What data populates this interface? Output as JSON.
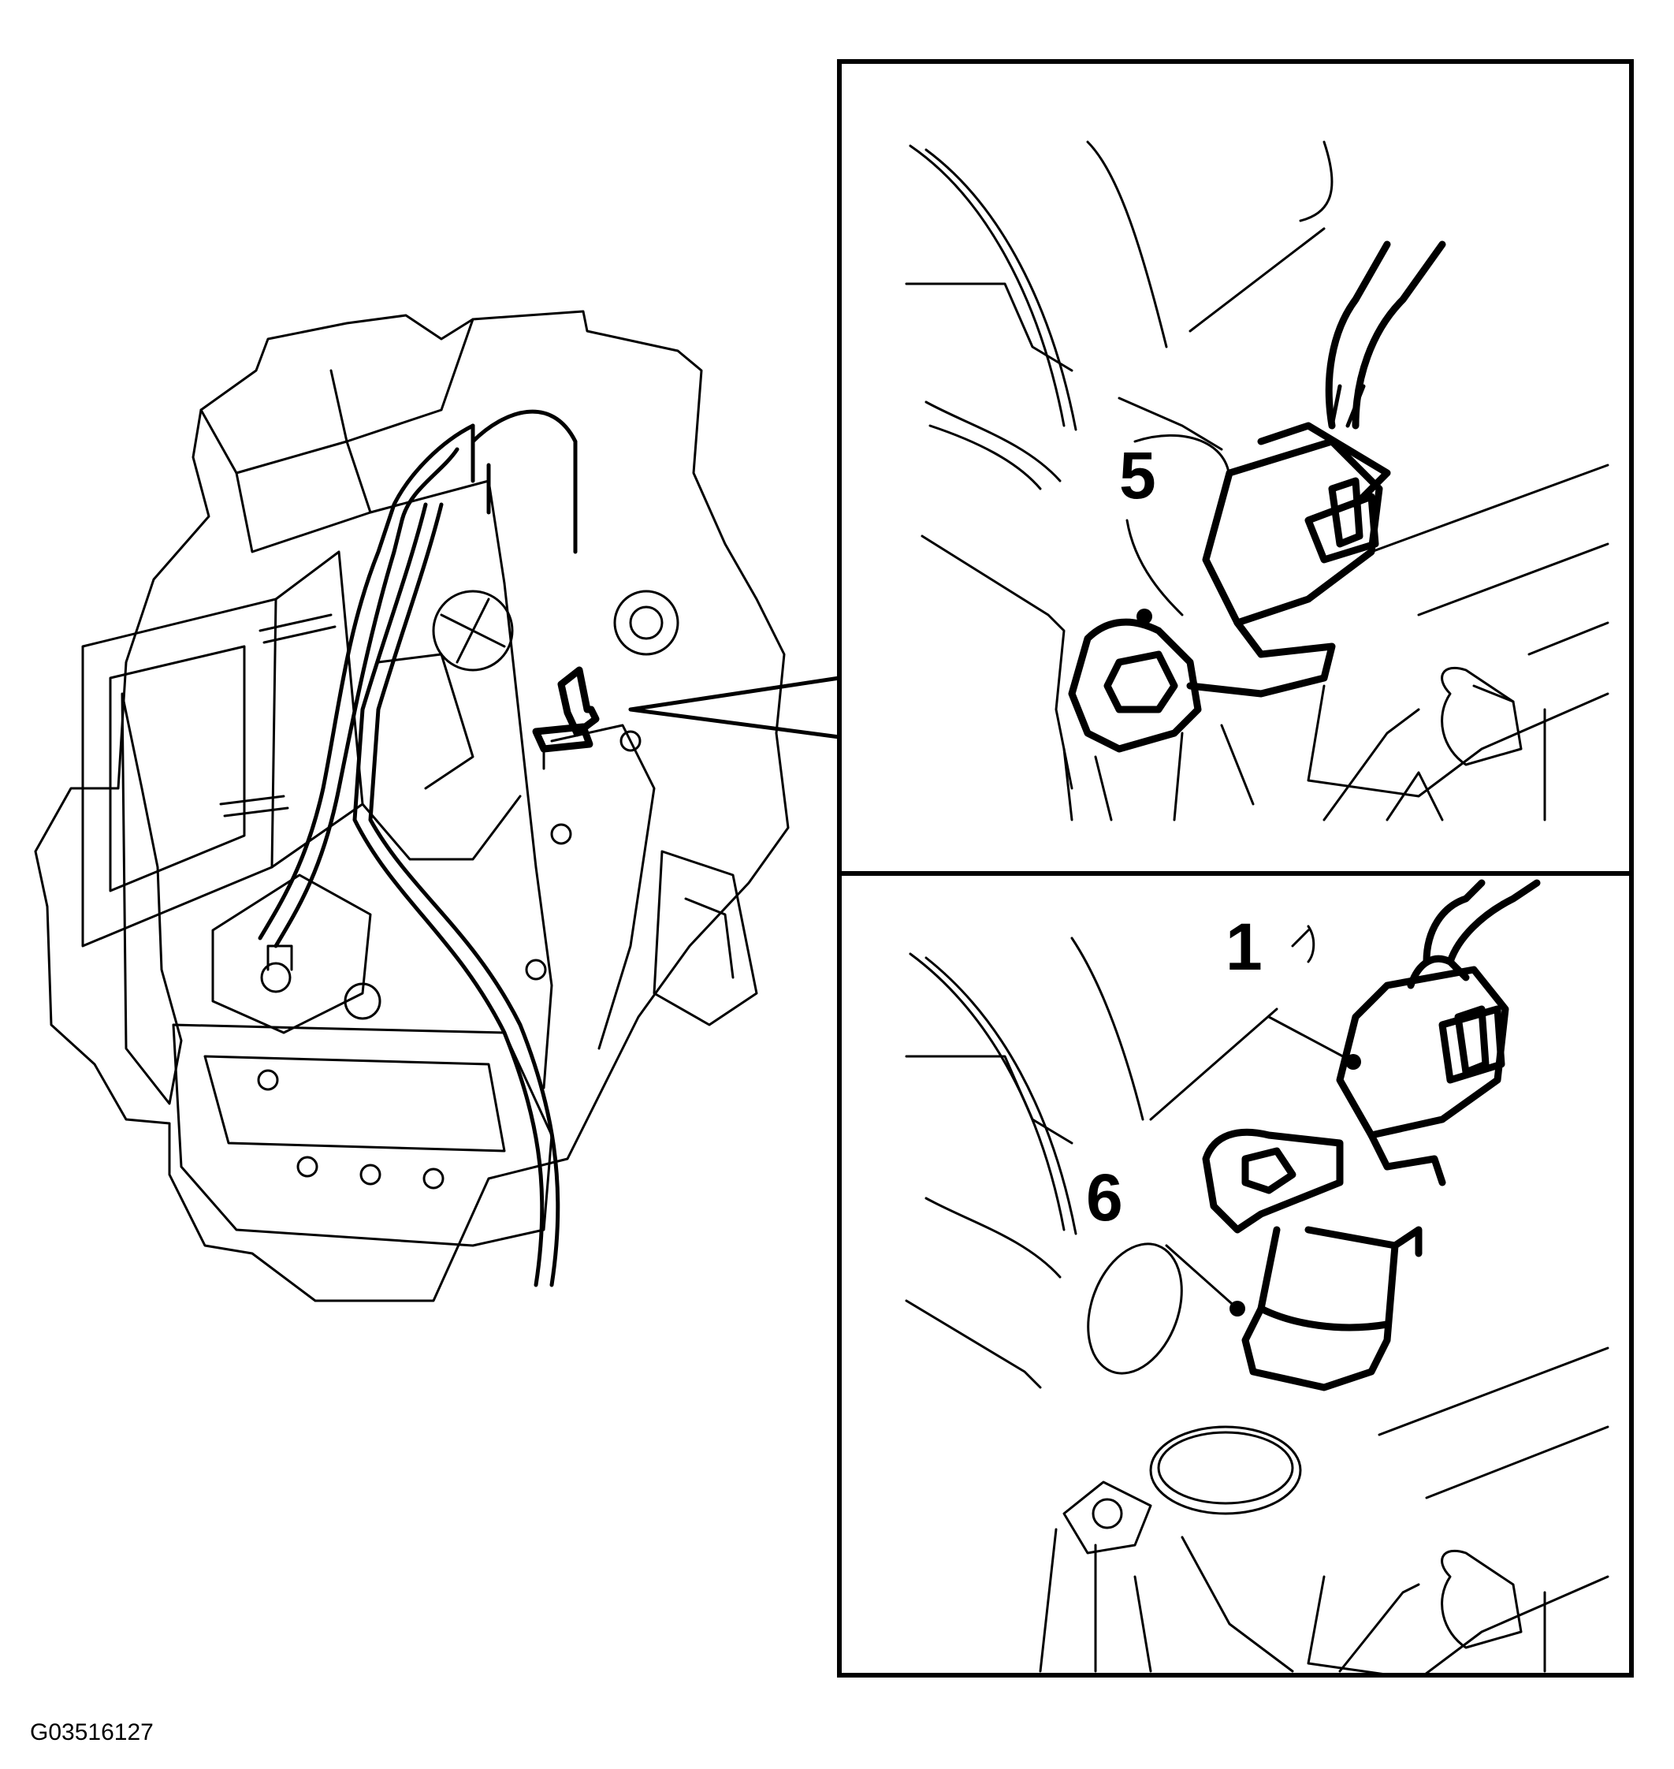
{
  "figure_id": "G03516127",
  "callouts": {
    "top_panel_label": "5",
    "bottom_panel_sensor": "1",
    "bottom_panel_bolt": "6"
  },
  "colors": {
    "line": "#000000",
    "background": "#ffffff"
  }
}
